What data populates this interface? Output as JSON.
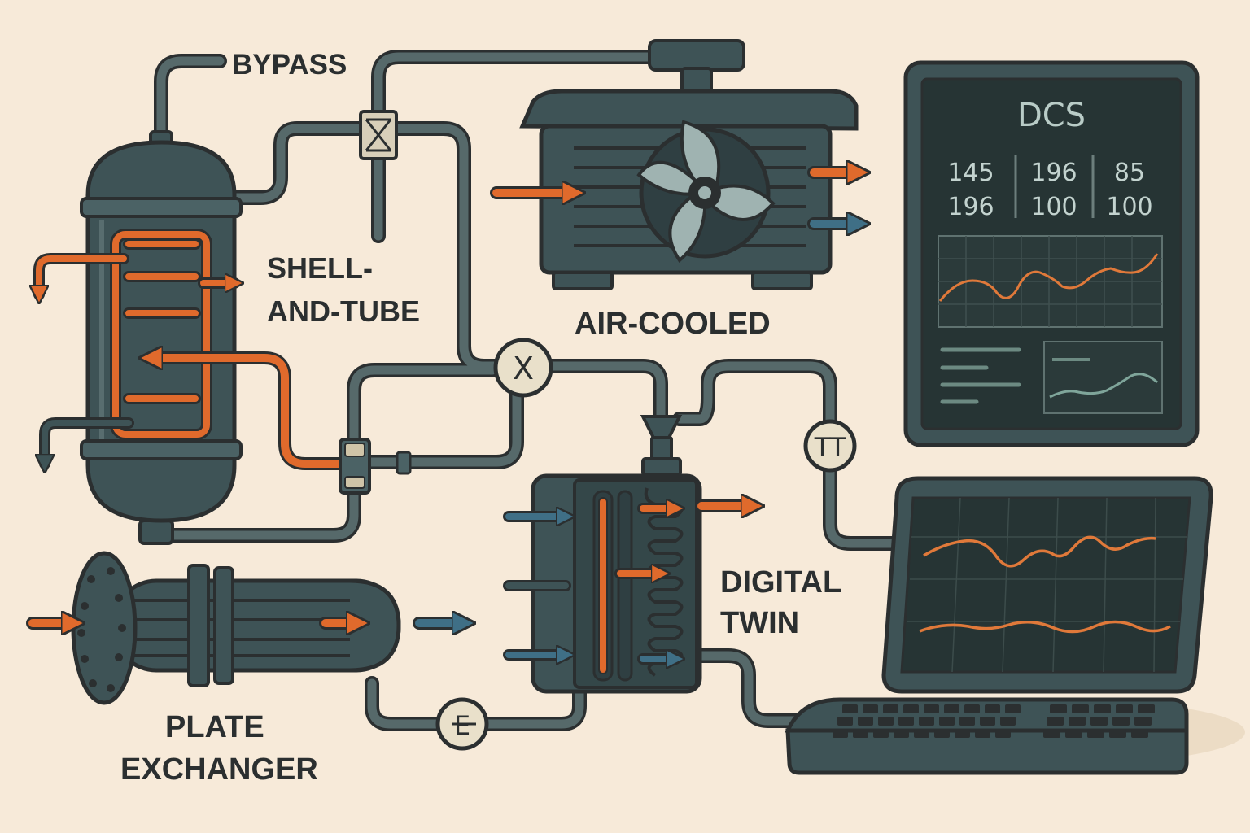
{
  "labels": {
    "bypass": "BYPASS",
    "shell_line1": "SHELL-",
    "shell_line2": "AND-TUBE",
    "air_cooled": "AIR-COOLED",
    "digital_line1": "DIGITAL",
    "digital_line2": "TWIN",
    "plate_line1": "PLATE",
    "plate_line2": "EXCHANGER"
  },
  "dcs": {
    "title": "DCS",
    "readings": [
      [
        "145",
        "196"
      ],
      [
        "196",
        "100"
      ],
      [
        "85",
        "100"
      ]
    ]
  },
  "instruments": {
    "temp_transmitter": "TT",
    "control_valve": "X",
    "flow_element": "E"
  },
  "colors": {
    "background": "#f7ead9",
    "equipment": "#3e5356",
    "outline": "#2b2f30",
    "hot_stream": "#e06a2c",
    "cold_stream": "#3f6f86",
    "screen": "#263434",
    "trend_line": "#e0793a"
  }
}
